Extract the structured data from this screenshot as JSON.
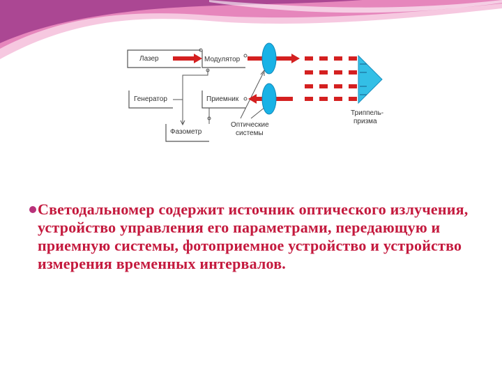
{
  "diagram": {
    "labels": {
      "laser": "Лазер",
      "modulator": "Модулятор",
      "generator": "Генератор",
      "receiver": "Приемник",
      "phasemeter": "Фазометр",
      "optical_systems_line1": "Оптические",
      "optical_systems_line2": "системы",
      "prism_line1": "Триппель-",
      "prism_line2": "призма"
    },
    "colors": {
      "beam": "#d42020",
      "lens": "#19b2e6",
      "prism": "#33bfe6",
      "box_line": "#555555"
    }
  },
  "body": {
    "bullet_text": "Светодальномер содержит источник оптического излучения, устройство управления его параметрами, передающую и приемную системы, фотоприемное устройство и устройство измерения временных интервалов."
  },
  "decor": {
    "swoosh_colors": [
      "#a03c8c",
      "#e070b0",
      "#f6c8e0"
    ]
  }
}
